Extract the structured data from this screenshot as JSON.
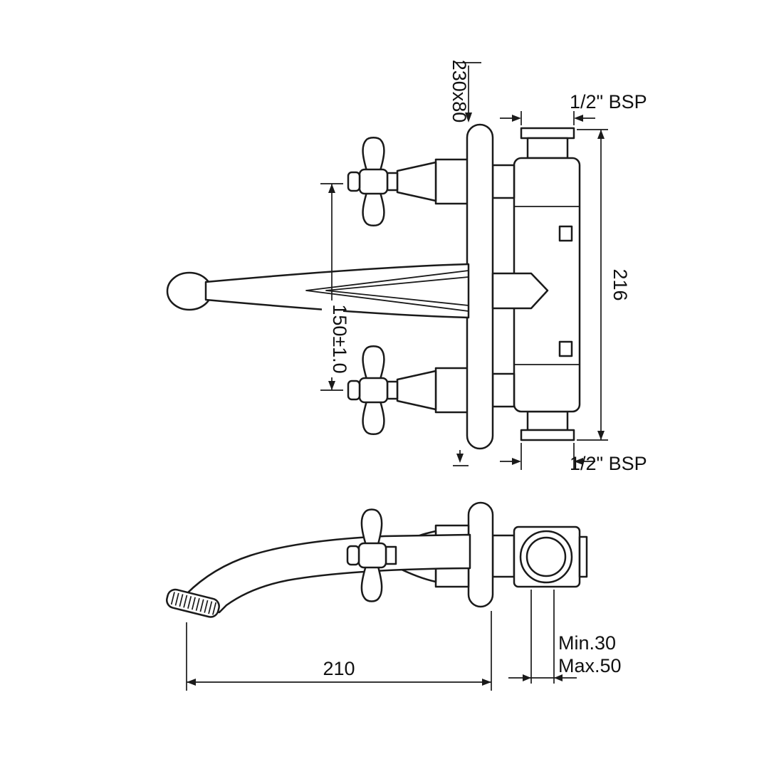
{
  "page": {
    "background": "#ffffff",
    "line_color": "#1a1a1a"
  },
  "drawing": {
    "dims": {
      "plate_size": "230x80",
      "inlet_top": "1/2\" BSP",
      "inlet_bottom": "1/2\" BSP",
      "body_height": "216",
      "handle_centres": "150±1.0",
      "spout_reach": "210",
      "wall_depth_min": "Min.30",
      "wall_depth_max": "Max.50"
    }
  }
}
